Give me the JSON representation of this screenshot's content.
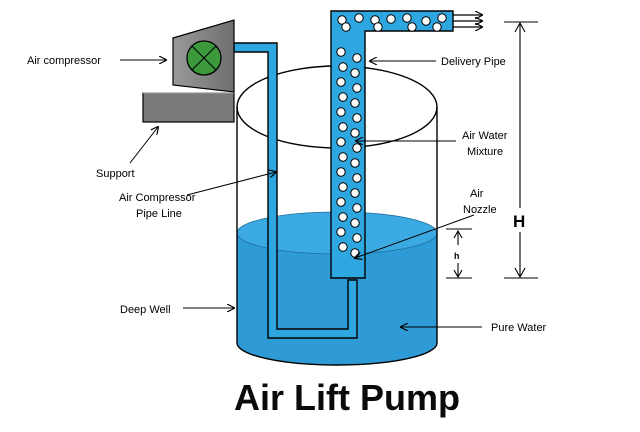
{
  "title": "Air Lift Pump",
  "labels": {
    "air_compressor": "Air compressor",
    "support": "Support",
    "compressor_pipe_line_1": "Air Compressor",
    "compressor_pipe_line_2": "Pipe Line",
    "deep_well": "Deep Well",
    "delivery_pipe": "Delivery Pipe",
    "air_water_mixture_1": "Air Water",
    "air_water_mixture_2": "Mixture",
    "air_nozzle_1": "Air",
    "air_nozzle_2": "Nozzle",
    "pure_water": "Pure Water",
    "H": "H",
    "h": "h"
  },
  "colors": {
    "water": "#2E9BD6",
    "water_light": "#3BAAE2",
    "pipe_fill": "#2EA6E0",
    "outline": "#000000",
    "compressor_body": "#8A8A8A",
    "compressor_fan": "#3C9A3C",
    "support": "#7A7A7A"
  }
}
